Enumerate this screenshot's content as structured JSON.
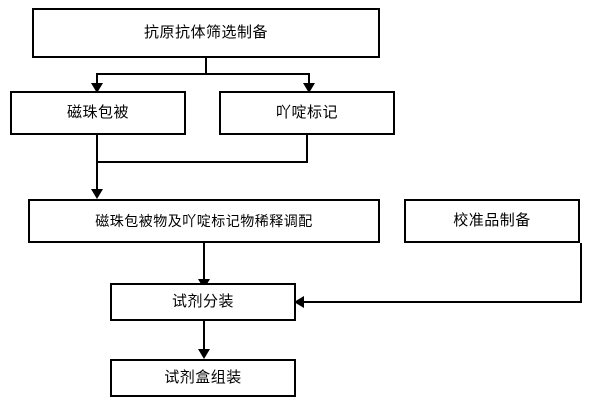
{
  "diagram": {
    "type": "flowchart",
    "title": "",
    "nodes": [
      {
        "id": "n1",
        "label": "抗原抗体筛选制备"
      },
      {
        "id": "n2",
        "label": "磁珠包被"
      },
      {
        "id": "n3",
        "label": "吖啶标记"
      },
      {
        "id": "n4",
        "label": "磁珠包被物及吖啶标记物稀释调配"
      },
      {
        "id": "n5",
        "label": "校准品制备"
      },
      {
        "id": "n6",
        "label": "试剂分装"
      },
      {
        "id": "n7",
        "label": "试剂盒组装"
      }
    ],
    "edges": [
      {
        "from": "n1",
        "to": "n2"
      },
      {
        "from": "n1",
        "to": "n3"
      },
      {
        "from": "n2",
        "to": "n4"
      },
      {
        "from": "n3",
        "to": "n4"
      },
      {
        "from": "n4",
        "to": "n6"
      },
      {
        "from": "n5",
        "to": "n6"
      },
      {
        "from": "n6",
        "to": "n7"
      }
    ],
    "colors": {
      "stroke": "#000000",
      "fill": "#ffffff",
      "text": "#000000"
    }
  }
}
